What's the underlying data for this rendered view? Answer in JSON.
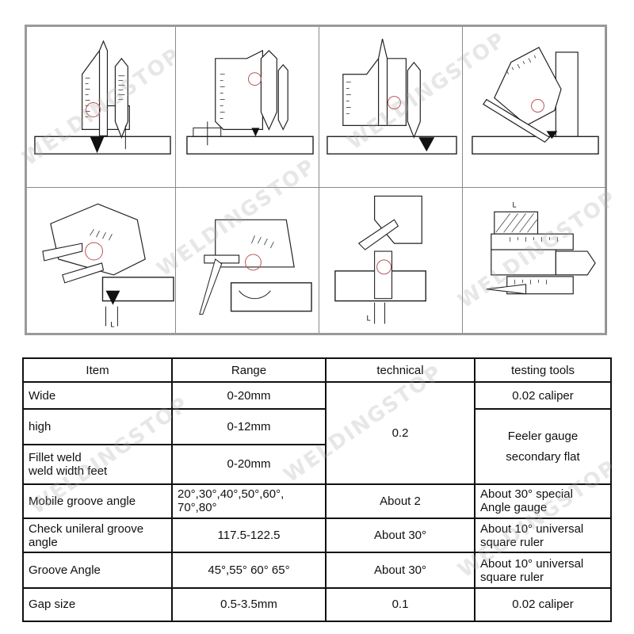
{
  "watermark": "WELDINGSTOP",
  "diagrams": [
    {
      "label": "L"
    },
    {
      "label": "L"
    },
    {
      "label": "L"
    }
  ],
  "table": {
    "headers": {
      "item": "Item",
      "range": "Range",
      "technical": "technical",
      "tools": "testing tools"
    },
    "rows": [
      {
        "item": [
          "Wide"
        ],
        "range": [
          "0-20mm"
        ]
      },
      {
        "item": [
          "high"
        ],
        "range": [
          "0-12mm"
        ]
      },
      {
        "item": [
          "Fillet weld",
          "weld width feet"
        ],
        "range": [
          "0-20mm"
        ]
      },
      {
        "item": [
          "Mobile groove angle"
        ],
        "range": [
          "20°,30°,40°,50°,60°,",
          "70°,80°"
        ],
        "technical": "About 2",
        "tools": [
          "About 30° special",
          "Angle gauge"
        ]
      },
      {
        "item": [
          "Check unileral groove",
          "angle"
        ],
        "range": [
          "117.5-122.5"
        ],
        "technical": "About 30°",
        "tools": [
          "About 10° universal",
          "square ruler"
        ]
      },
      {
        "item": [
          "Groove Angle"
        ],
        "range": [
          "45°,55° 60° 65°"
        ],
        "technical": "About 30°",
        "tools": [
          "About 10° universal",
          "square ruler"
        ]
      },
      {
        "item": [
          "Gap size"
        ],
        "range": [
          "0.5-3.5mm"
        ],
        "technical": "0.1",
        "tools": [
          "0.02 caliper"
        ]
      }
    ],
    "merged": {
      "technical_rows_1_3": "0.2",
      "tools_row_1": "0.02 caliper",
      "tools_rows_2_3": [
        "Feeler gauge",
        "secondary flat"
      ]
    }
  }
}
